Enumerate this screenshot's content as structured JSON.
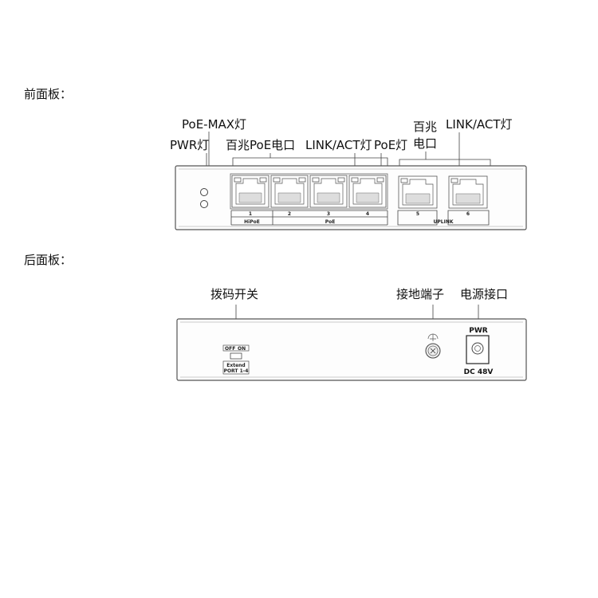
{
  "front_panel": {
    "title": "前面板：",
    "callouts": {
      "poe_max_led": "PoE-MAX灯",
      "pwr_led": "PWR灯",
      "poe_ports": "百兆PoE电口",
      "link_act_led": "LINK/ACT灯",
      "poe_led": "PoE灯",
      "uplink_ports_line1": "百兆",
      "uplink_ports_line2": "电口",
      "uplink_link_act_led": "LINK/ACT灯"
    },
    "port_numbers": [
      "1",
      "2",
      "3",
      "4",
      "5",
      "6"
    ],
    "group_labels": {
      "hipoe": "HiPoE",
      "poe": "PoE",
      "uplink": "UPLINK"
    }
  },
  "rear_panel": {
    "title": "后面板：",
    "callouts": {
      "dip_switch": "拨码开关",
      "ground_terminal": "接地端子",
      "power_port": "电源接口"
    },
    "dip_labels": {
      "off": "OFF",
      "on": "ON",
      "extend": "Extend",
      "port": "PORT 1-4"
    },
    "power_label": "PWR",
    "power_rating": "DC 48V"
  }
}
